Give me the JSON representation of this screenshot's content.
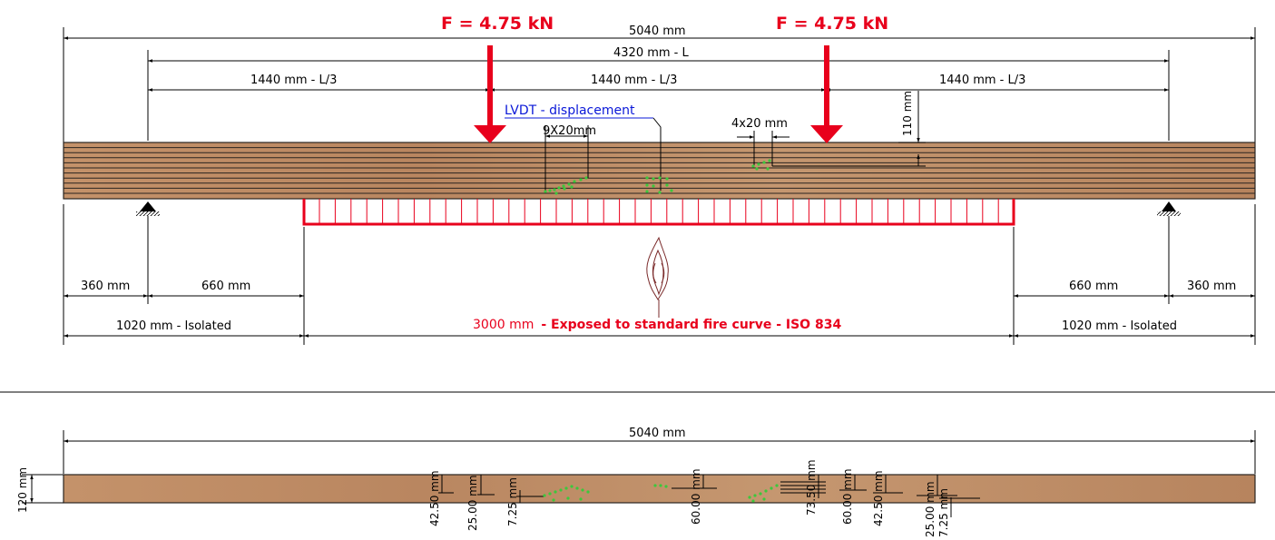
{
  "loads": {
    "left_force": "F = 4.75 kN",
    "right_force": "F = 4.75 kN"
  },
  "elevation": {
    "total_length": "5040 mm",
    "span": "4320 mm  - L",
    "third_left": "1440 mm  - L/3",
    "third_mid": "1440 mm  - L/3",
    "third_right": "1440 mm  -  L/3",
    "lvdt_label": "LVDT - displacement",
    "group_9x20": "9X20mm",
    "group_4x20": "4x20 mm",
    "depth_110": "110 mm",
    "left_overhang": "360 mm",
    "left_inner": "660 mm",
    "right_inner": "660 mm",
    "right_overhang": "360 mm",
    "left_isolated": "1020 mm - Isolated",
    "exposed_length": "3000 mm",
    "exposed_text": "- Exposed to standard fire curve - ISO 834",
    "right_isolated": "1020 mm -  Isolated"
  },
  "cross_section": {
    "total_length": "5040 mm",
    "height": "120 mm",
    "depths": [
      "42.50 mm",
      "25.00 mm",
      "7.25 mm",
      "60.00 mm",
      "73.50 mm",
      "60.00 mm",
      "42.50 mm",
      "25.00 mm",
      "7.25 mm"
    ]
  },
  "colors": {
    "timber": "#bd8c64",
    "lamella_line": "#2a2420",
    "red": "#e8001c",
    "blue": "#0a18d8",
    "sensor_green": "#3cc83c"
  }
}
